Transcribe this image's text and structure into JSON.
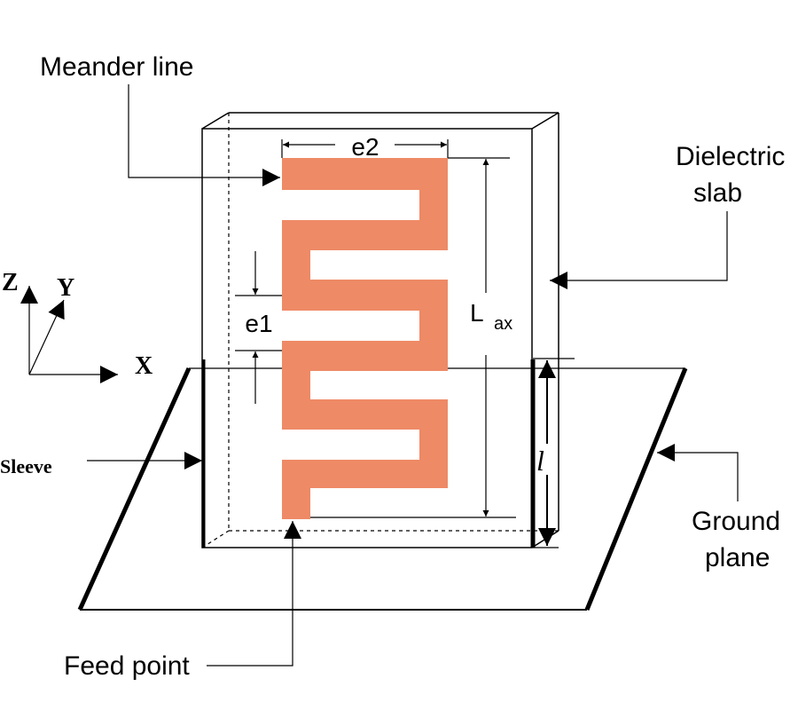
{
  "labels": {
    "meander_line": "Meander line",
    "dielectric_line1": "Dielectric",
    "dielectric_line2": "slab",
    "sleeve": "Sleeve",
    "ground_line1": "Ground",
    "ground_line2": "plane",
    "feed_point": "Feed point"
  },
  "dimensions": {
    "e2": "e2",
    "e1": "e1",
    "lax_L": "L",
    "lax_sub": "ax",
    "l": "l"
  },
  "axes": {
    "z": "Z",
    "y": "Y",
    "x": "X"
  },
  "colors": {
    "meander": "#EE8A66",
    "stroke": "#000000"
  }
}
